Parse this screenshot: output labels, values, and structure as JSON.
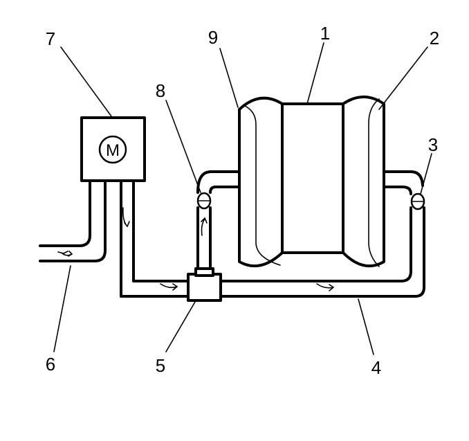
{
  "motor": {
    "symbol": "M"
  },
  "callouts": {
    "c1": "1",
    "c2": "2",
    "c3": "3",
    "c4": "4",
    "c5": "5",
    "c6": "6",
    "c7": "7",
    "c8": "8",
    "c9": "9"
  }
}
